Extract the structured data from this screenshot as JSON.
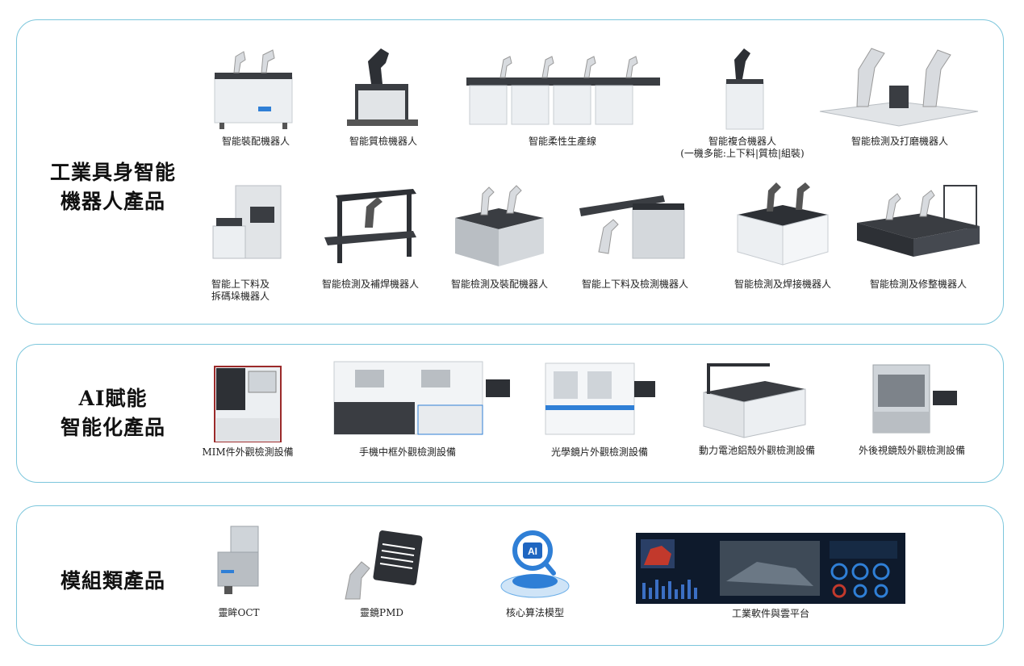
{
  "sections": {
    "industrial": {
      "title_line1": "工業具身智能",
      "title_line2": "機器人產品",
      "products": [
        {
          "label": "智能裝配機器人"
        },
        {
          "label": "智能質檢機器人"
        },
        {
          "label": "智能柔性生產線"
        },
        {
          "label": "智能複合機器人",
          "sublabel": "(一機多能:上下料|質檢|組裝)"
        },
        {
          "label": "智能檢測及打磨機器人"
        },
        {
          "label": "智能上下料及",
          "sublabel": "拆碼垛機器人"
        },
        {
          "label": "智能檢測及補焊機器人"
        },
        {
          "label": "智能檢測及裝配機器人"
        },
        {
          "label": "智能上下料及檢測機器人"
        },
        {
          "label": "智能檢測及焊接機器人"
        },
        {
          "label": "智能檢測及修整機器人"
        }
      ]
    },
    "ai": {
      "title_line1": "AI賦能",
      "title_line2": "智能化產品",
      "products": [
        {
          "label": "MIM件外觀檢測設備"
        },
        {
          "label": "手機中框外觀檢測設備"
        },
        {
          "label": "光學鏡片外觀檢測設備"
        },
        {
          "label": "動力電池鋁殼外觀檢測設備"
        },
        {
          "label": "外後視鏡殼外觀檢測設備"
        }
      ]
    },
    "module": {
      "title": "模組類產品",
      "products": [
        {
          "label": "靈眸OCT"
        },
        {
          "label": "靈鏡PMD"
        },
        {
          "label": "核心算法模型",
          "badge": "AI"
        },
        {
          "label": "工業軟件與雲平台"
        }
      ]
    }
  },
  "colors": {
    "panel_border": "#7cc6dc",
    "machine_light": "#e8ebee",
    "machine_dark": "#3a3d42",
    "accent_blue": "#2f7fd6"
  }
}
